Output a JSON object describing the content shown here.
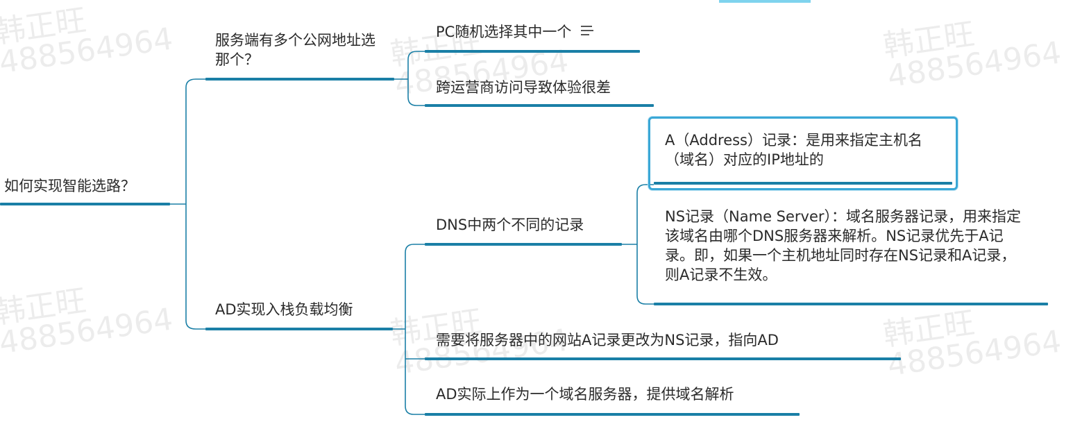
{
  "mindmap": {
    "root": "如何实现智能选路？",
    "branch_1": {
      "label": "服务端有多个公网地址选那个？",
      "child_1": "PC随机选择其中一个",
      "child_2": "跨运营商访问导致体验很差"
    },
    "branch_2": {
      "label": "AD实现入栈负载均衡",
      "dns_topic": "DNS中两个不同的记录",
      "a_record": "A（Address）记录：是用来指定主机名（域名）对应的IP地址的",
      "ns_record": "NS记录（Name Server）：域名服务器记录，用来指定该域名由哪个DNS服务器来解析。NS记录优先于A记录。即，如果一个主机地址同时存在NS记录和A记录，则A记录不生效。",
      "change_record": "需要将服务器中的网站A记录更改为NS记录，指向AD",
      "ad_role": "AD实际上作为一个域名服务器，提供域名解析"
    }
  },
  "watermark": {
    "name": "韩正旺",
    "id": "488564964"
  },
  "icons": {
    "notes": "notes-icon"
  },
  "colors": {
    "line": "#1a7fa6",
    "selection": "#3aa7d6"
  }
}
